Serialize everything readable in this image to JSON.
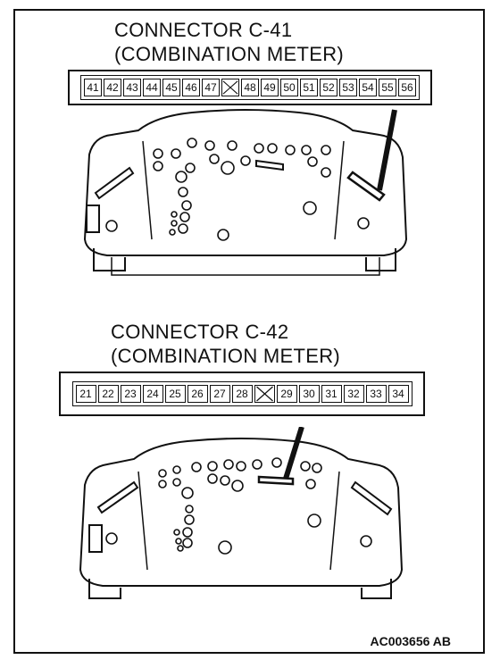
{
  "connectors": [
    {
      "name": "CONNECTOR C-41",
      "subtitle": "(COMBINATION METER)",
      "pins": [
        "41",
        "42",
        "43",
        "44",
        "45",
        "46",
        "47",
        "",
        "48",
        "49",
        "50",
        "51",
        "52",
        "53",
        "54",
        "55",
        "56"
      ]
    },
    {
      "name": "CONNECTOR C-42",
      "subtitle": "(COMBINATION METER)",
      "pins": [
        "21",
        "22",
        "23",
        "24",
        "25",
        "26",
        "27",
        "28",
        "",
        "29",
        "30",
        "31",
        "32",
        "33",
        "34"
      ]
    }
  ],
  "figure_code": "AC003656 AB"
}
